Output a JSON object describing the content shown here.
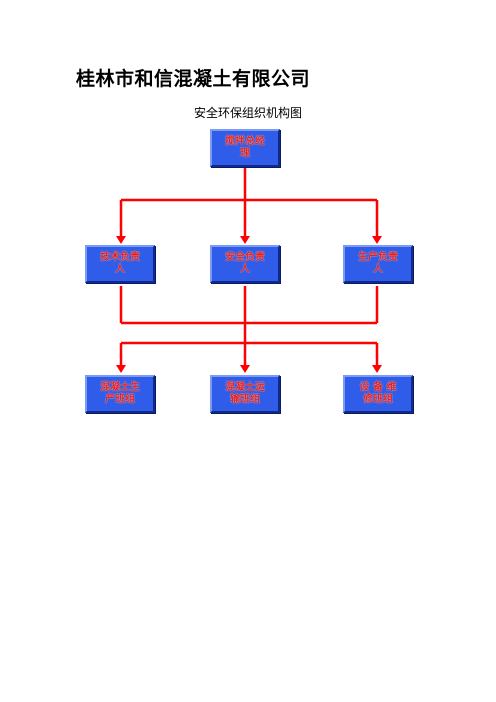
{
  "header": {
    "company_name": "桂林市和信混凝土有限公司",
    "chart_title": "安全环保组织机构图"
  },
  "org_chart": {
    "top": {
      "label": "搅拌总经\n理"
    },
    "managers": [
      {
        "label": "技术负责\n人"
      },
      {
        "label": "安全负责\n人"
      },
      {
        "label": "生产负责\n人"
      }
    ],
    "teams": [
      {
        "label": "混凝土生\n产班组"
      },
      {
        "label": "混凝土运\n输班组"
      },
      {
        "label": "设  备  维\n修班组"
      }
    ]
  },
  "colors": {
    "box_fill": "#2f5ce8",
    "box_text": "#e32020",
    "connector": "#ff0000"
  }
}
